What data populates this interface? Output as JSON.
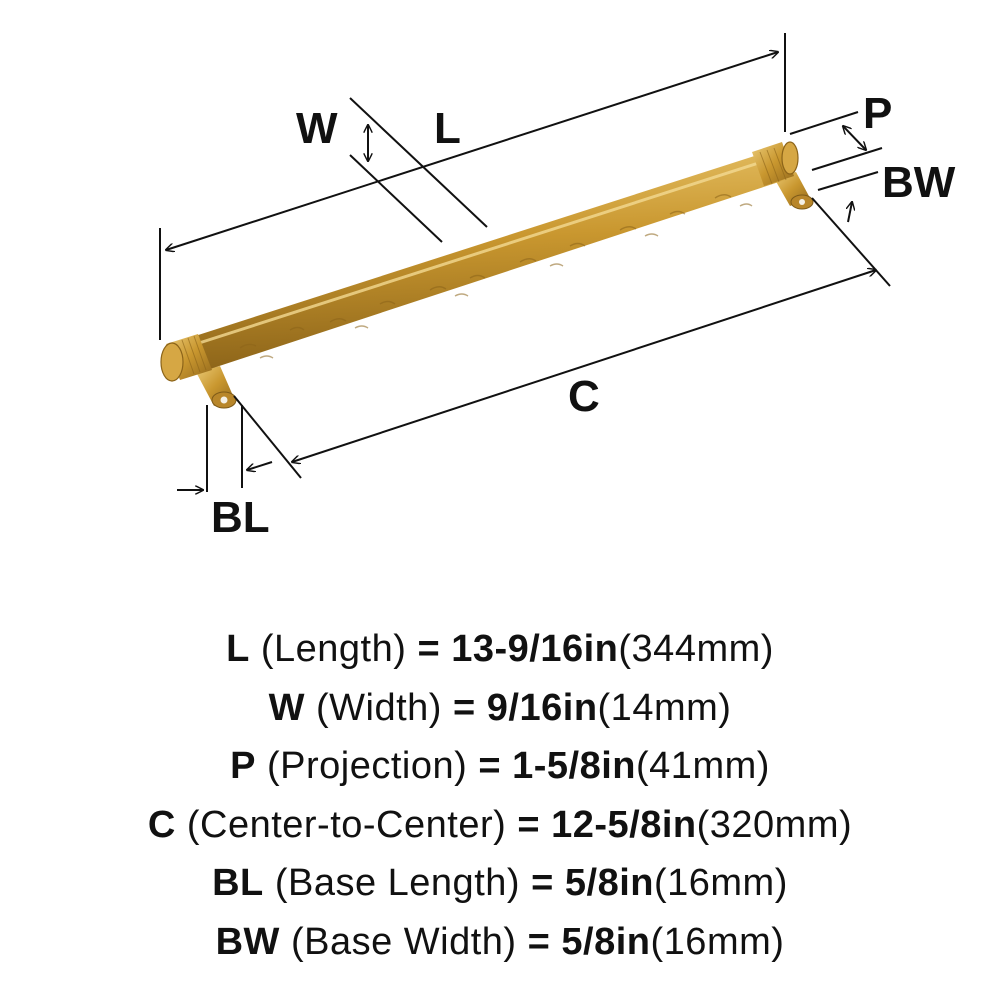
{
  "diagram": {
    "colors": {
      "line": "#111111",
      "brass": "#C9972F",
      "brass_light": "#E8C46A",
      "brass_dark": "#8C6419"
    },
    "labels": {
      "W": "W",
      "L": "L",
      "P": "P",
      "BW": "BW",
      "C": "C",
      "BL": "BL"
    }
  },
  "specs": [
    {
      "code": "L",
      "name": "(Length)",
      "eq": "=",
      "imperial": "13-9/16in",
      "metric": "(344mm)"
    },
    {
      "code": "W",
      "name": "(Width)",
      "eq": "=",
      "imperial": "9/16in",
      "metric": "(14mm)"
    },
    {
      "code": "P",
      "name": "(Projection)",
      "eq": "=",
      "imperial": "1-5/8in",
      "metric": "(41mm)"
    },
    {
      "code": "C",
      "name": "(Center-to-Center)",
      "eq": "=",
      "imperial": "12-5/8in",
      "metric": "(320mm)"
    },
    {
      "code": "BL",
      "name": "(Base Length)",
      "eq": "=",
      "imperial": "5/8in",
      "metric": "(16mm)"
    },
    {
      "code": "BW",
      "name": "(Base Width)",
      "eq": "=",
      "imperial": "5/8in",
      "metric": "(16mm)"
    }
  ]
}
